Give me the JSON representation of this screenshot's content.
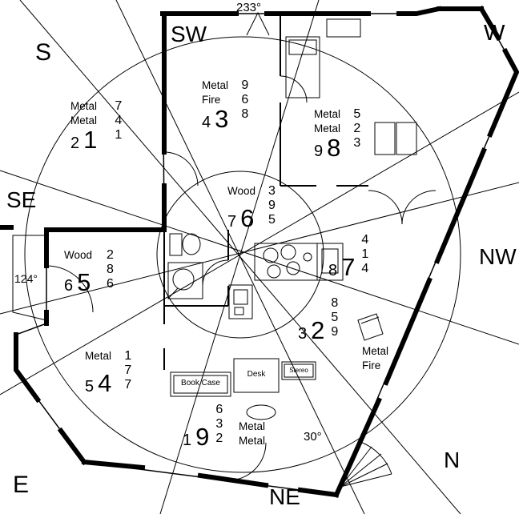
{
  "compass": {
    "s": "S",
    "sw": "SW",
    "w": "W",
    "se": "SE",
    "nw": "NW",
    "e": "E",
    "ne": "NE",
    "n": "N"
  },
  "angles": {
    "top": "233°",
    "left": "124°",
    "bottom_right": "30°"
  },
  "palaces": [
    {
      "name": "palace-1",
      "element1": "Metal",
      "element2": "Metal",
      "s1": "7",
      "s2": "4",
      "s3": "1",
      "medium": "2",
      "large": "1"
    },
    {
      "name": "palace-3",
      "element1": "Metal",
      "element2": "Fire",
      "s1": "9",
      "s2": "6",
      "s3": "8",
      "medium": "4",
      "large": "3"
    },
    {
      "name": "palace-8",
      "element1": "Metal",
      "element2": "Metal",
      "s1": "5",
      "s2": "2",
      "s3": "3",
      "medium": "9",
      "large": "8"
    },
    {
      "name": "palace-6",
      "element1": "Wood",
      "element2": "",
      "s1": "3",
      "s2": "9",
      "s3": "5",
      "medium": "7",
      "large": "6"
    },
    {
      "name": "palace-5",
      "element1": "Wood",
      "element2": "",
      "s1": "2",
      "s2": "8",
      "s3": "6",
      "medium": "6",
      "large": "5"
    },
    {
      "name": "palace-7",
      "element1": "",
      "element2": "",
      "s1": "4",
      "s2": "1",
      "s3": "4",
      "medium": "8",
      "large": "7"
    },
    {
      "name": "palace-2",
      "element1": "Metal",
      "element2": "Fire",
      "s1": "8",
      "s2": "5",
      "s3": "9",
      "medium": "3",
      "large": "2"
    },
    {
      "name": "palace-4",
      "element1": "Metal",
      "element2": "",
      "s1": "1",
      "s2": "7",
      "s3": "7",
      "medium": "5",
      "large": "4"
    },
    {
      "name": "palace-9",
      "element1": "Metal",
      "element2": "Metal",
      "s1": "6",
      "s2": "3",
      "s3": "2",
      "medium": "1",
      "large": "9"
    }
  ],
  "furniture": {
    "bookcase": "Book Case",
    "desk": "Desk",
    "stereo": "Stereo"
  }
}
